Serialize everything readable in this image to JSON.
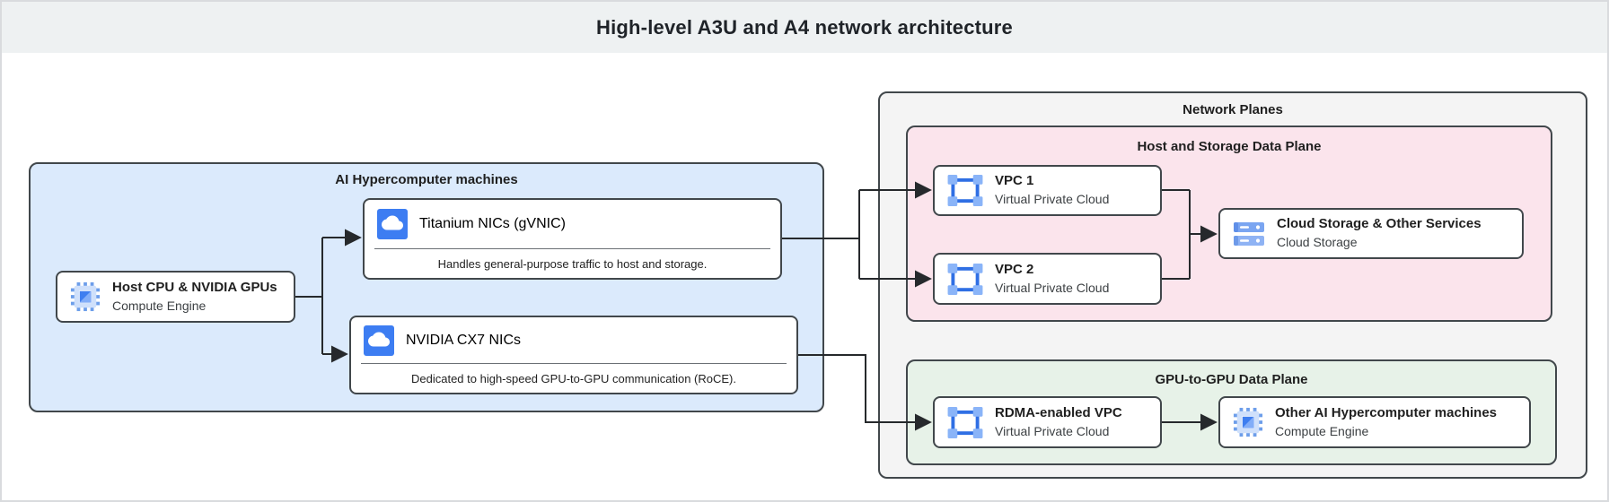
{
  "header": {
    "title": "High-level A3U and A4 network architecture"
  },
  "groups": {
    "ai_machines": {
      "label": "AI Hypercomputer machines"
    },
    "network_planes": {
      "label": "Network Planes"
    },
    "host_storage_plane": {
      "label": "Host and Storage Data Plane"
    },
    "gpu_plane": {
      "label": "GPU-to-GPU Data Plane"
    }
  },
  "nodes": {
    "host_cpu": {
      "title": "Host CPU & NVIDIA GPUs",
      "subtitle": "Compute Engine",
      "icon": "compute-chip-icon"
    },
    "titanium_nic": {
      "title": "Titanium NICs (gVNIC)",
      "description": "Handles general-purpose traffic to host and storage.",
      "icon": "cloud-icon"
    },
    "cx7_nic": {
      "title": "NVIDIA CX7 NICs",
      "description": "Dedicated to high-speed GPU-to-GPU communication (RoCE).",
      "icon": "cloud-icon"
    },
    "vpc1": {
      "title": "VPC 1",
      "subtitle": "Virtual Private Cloud",
      "icon": "vpc-icon"
    },
    "vpc2": {
      "title": "VPC 2",
      "subtitle": "Virtual Private Cloud",
      "icon": "vpc-icon"
    },
    "cloud_storage": {
      "title": "Cloud Storage & Other Services",
      "subtitle": "Cloud Storage",
      "icon": "storage-icon"
    },
    "rdma_vpc": {
      "title": "RDMA-enabled VPC",
      "subtitle": "Virtual Private Cloud",
      "icon": "vpc-icon"
    },
    "other_machines": {
      "title": "Other AI Hypercomputer machines",
      "subtitle": "Compute Engine",
      "icon": "compute-chip-icon"
    }
  },
  "edges": [
    {
      "from": "host_cpu",
      "to": "titanium_nic"
    },
    {
      "from": "host_cpu",
      "to": "cx7_nic"
    },
    {
      "from": "titanium_nic",
      "to": "vpc1"
    },
    {
      "from": "titanium_nic",
      "to": "vpc2"
    },
    {
      "from": "cx7_nic",
      "to": "rdma_vpc"
    },
    {
      "from": "vpc1",
      "to": "cloud_storage"
    },
    {
      "from": "vpc2",
      "to": "cloud_storage"
    },
    {
      "from": "rdma_vpc",
      "to": "other_machines"
    }
  ],
  "colors": {
    "header_bg": "#eef1f2",
    "ai_group_bg": "#dbeafc",
    "network_planes_bg": "#f4f4f4",
    "host_storage_bg": "#fbe4ec",
    "gpu_plane_bg": "#e7f2e8",
    "box_border": "#41474b",
    "connector": "#26292c",
    "icon_blue": "#3d7df2",
    "icon_light_blue": "#8ab4f8"
  }
}
